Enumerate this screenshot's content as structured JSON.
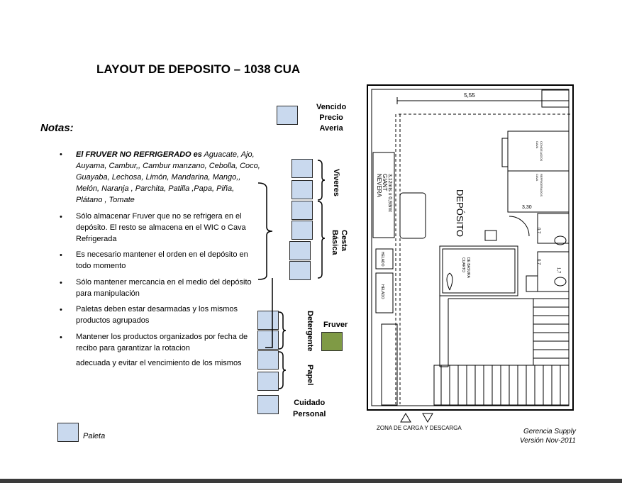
{
  "title": "LAYOUT DE DEPOSITO – 1038 CUA",
  "notas_heading": "Notas:",
  "notes": [
    {
      "bold_prefix": "El FRUVER NO REFRIGERADO es",
      "text": " Aguacate, Ajo, Auyama, Cambur,, Cambur manzano, Cebolla, Coco, Guayaba, Lechosa, Limón, Mandarina, Mango,, Melón, Naranja , Parchita, Patilla  ,Papa, Piña, Plátano , Tomate"
    },
    {
      "text": "Sólo almacenar Fruver que no se refrigera en el depósito. El resto se almacena en el WIC o Cava Refrigerada"
    },
    {
      "text": "Es necesario mantener el orden en el depósito en todo momento"
    },
    {
      "text": "Sólo mantener mercancia en el medio del depósito para manipulación"
    },
    {
      "text": "Paletas deben estar desarmadas y los mismos productos agrupados"
    },
    {
      "text": "Mantener los productos organizados por fecha de recibo para garantizar la rotacion"
    }
  ],
  "note_continuation": "adecuada y evitar el vencimiento de los mismos",
  "labels": {
    "vencido": [
      "Vencido",
      "Precio",
      "Averia"
    ],
    "viveres": "Viveres",
    "cesta": [
      "Cesta",
      "Básica"
    ],
    "detergente": "Detergente",
    "papel": "Papel",
    "fruver": "Fruver",
    "cuidado": [
      "Cuidado",
      "Personal"
    ],
    "paleta": "Paleta"
  },
  "plan": {
    "width_dim": "5,55",
    "deposito": "DEPÓSITO",
    "nevera": [
      "NEVERA",
      "GIANT",
      "3,12mts x 0,93mt"
    ],
    "helado_1": "HELADO",
    "helado_2": "HELADO",
    "cuarto": [
      "CUARTO",
      "DE BASURA"
    ],
    "cava_1": [
      "CAVA",
      "CONGELADOS"
    ],
    "cava_2": [
      "CAVA",
      "REFRIGERADOS"
    ],
    "dim_330": "3,30",
    "dim_07a": "0,7",
    "dim_07b": "0,7",
    "dim_17": "1,7",
    "zona": "ZONA DE CARGA Y DESCARGA"
  },
  "footer": [
    "Gerencia Supply",
    "Versión Nov-2011"
  ],
  "colors": {
    "paleta": "#c9d9ee",
    "fruver": "#7f9a45"
  }
}
